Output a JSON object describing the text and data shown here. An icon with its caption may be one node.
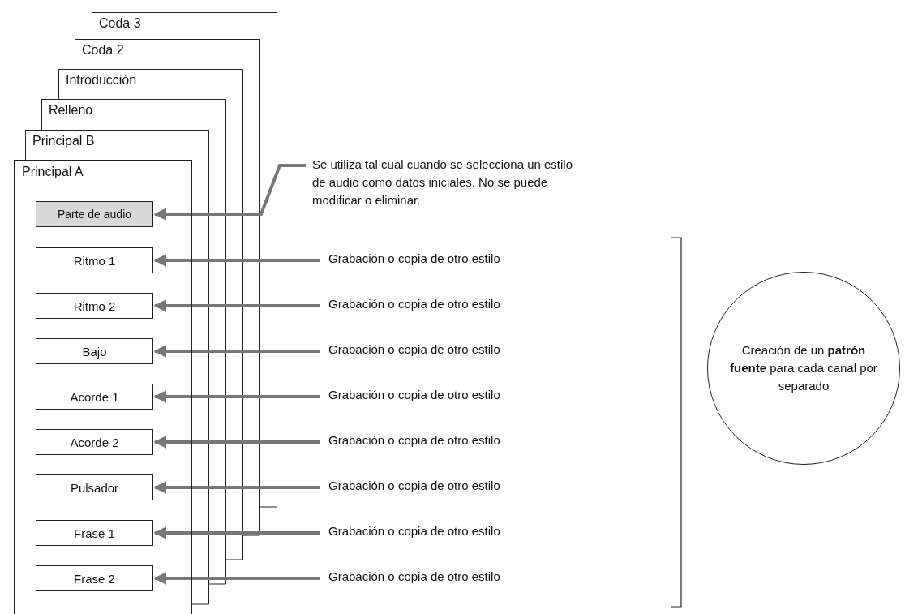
{
  "diagram": {
    "nodes": [
      {
        "text": [
          "Coda 3"
        ]
      },
      {
        "text": [
          "Coda 2"
        ]
      },
      {
        "text": [
          "Introducción"
        ]
      },
      {
        "text": [
          "Relleno"
        ]
      },
      {
        "text": [
          "Principal B"
        ]
      },
      {
        "text": [
          "Principal A"
        ]
      },
      {
        "text": [
          "Parte de audio"
        ],
        "in": 5
      },
      {
        "text": [
          "Ritmo 1"
        ],
        "in": 5
      },
      {
        "text": [
          "Ritmo 2"
        ],
        "in": 5
      },
      {
        "text": [
          "Bajo"
        ],
        "in": 5
      },
      {
        "text": [
          "Acorde 1"
        ],
        "in": 5
      },
      {
        "text": [
          "Acorde 2"
        ],
        "in": 5
      },
      {
        "text": [
          "Pulsador"
        ],
        "in": 5
      },
      {
        "text": [
          "Frase 1"
        ],
        "in": 5
      },
      {
        "text": [
          "Frase 2"
        ],
        "in": 5
      },
      {
        "text": [
          "Se utiliza tal cual cuando se selecciona un estilo de audio como datos iniciales. No se puede modificar o eliminar."
        ]
      },
      {
        "text": [
          "Grabación o copia de otro estilo"
        ]
      },
      {
        "text": [
          "Grabación o copia de otro estilo"
        ]
      },
      {
        "text": [
          "Grabación o copia de otro estilo"
        ]
      },
      {
        "text": [
          "Grabación o copia de otro estilo"
        ]
      },
      {
        "text": [
          "Grabación o copia de otro estilo"
        ]
      },
      {
        "text": [
          "Grabación o copia de otro estilo"
        ]
      },
      {
        "text": [
          "Grabación o copia de otro estilo"
        ]
      },
      {
        "text": [
          "Grabación o copia de otro estilo"
        ]
      },
      {
        "text": [
          "Creación de un **patrón fuente** para cada canal por separado"
        ]
      }
    ],
    "edges": [
      {
        "from": 15,
        "to": 6,
        "arrow": "to"
      },
      {
        "from": 16,
        "to": 7,
        "arrow": "to"
      },
      {
        "from": 17,
        "to": 8,
        "arrow": "to"
      },
      {
        "from": 18,
        "to": 9,
        "arrow": "to"
      },
      {
        "from": 19,
        "to": 10,
        "arrow": "to"
      },
      {
        "from": 20,
        "to": 11,
        "arrow": "to"
      },
      {
        "from": 21,
        "to": 12,
        "arrow": "to"
      },
      {
        "from": 22,
        "to": 13,
        "arrow": "to"
      },
      {
        "from": 23,
        "to": 14,
        "arrow": "to"
      }
    ]
  }
}
